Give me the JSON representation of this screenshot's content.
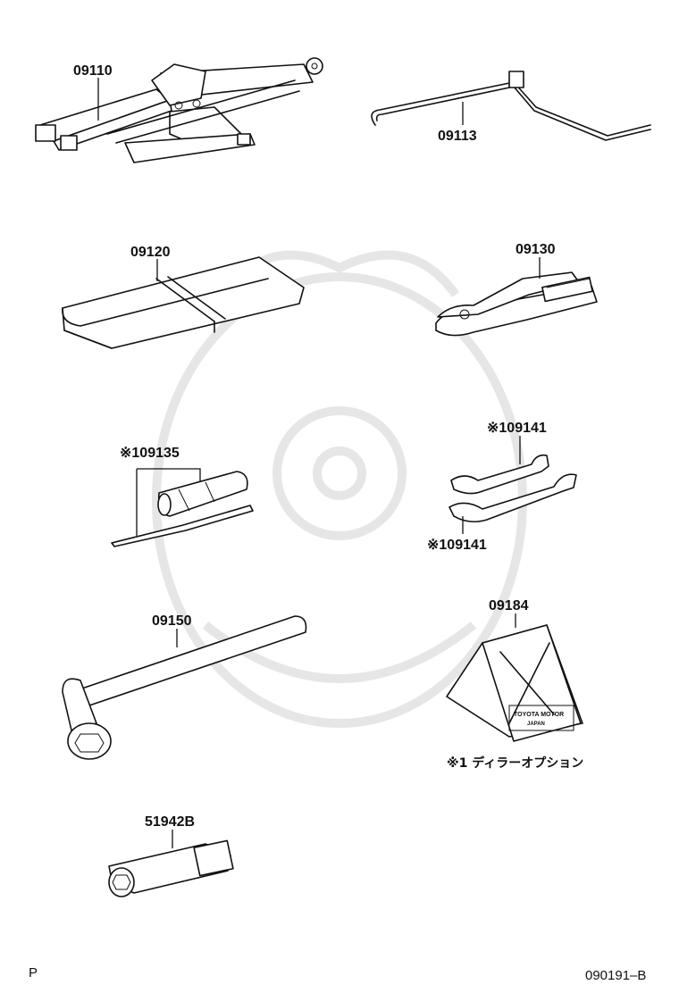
{
  "parts": {
    "jack": "09110",
    "jack_handle": "09113",
    "tool_bag": "09120",
    "pliers": "09130",
    "screwdriver": "※109135",
    "wrench_upper": "※109141",
    "wrench_lower": "※109141",
    "wheel_nut_wrench": "09150",
    "chock": "09184",
    "spark_plug_wrench": "51942B"
  },
  "chock_plate_text": [
    "TOYOTA MOTOR",
    "JAPAN"
  ],
  "footnote": "※1 ディラーオプション",
  "page_marker": "P",
  "diagram_code": "090191–B"
}
